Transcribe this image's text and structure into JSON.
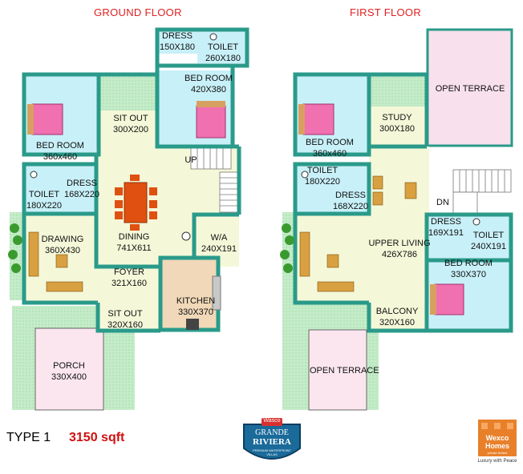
{
  "titles": {
    "ground": "GROUND FLOOR",
    "first": "FIRST FLOOR"
  },
  "ground_rooms": [
    {
      "id": "g-dress1",
      "name": "DRESS",
      "size": "150X180"
    },
    {
      "id": "g-toilet1",
      "name": "TOILET",
      "size": "260X180"
    },
    {
      "id": "g-bed2",
      "name": "BED ROOM",
      "size": "420X380"
    },
    {
      "id": "g-sitout1",
      "name": "SIT OUT",
      "size": "300X200"
    },
    {
      "id": "g-bed1",
      "name": "BED ROOM",
      "size": "360x460"
    },
    {
      "id": "g-dress2",
      "name": "DRESS",
      "size": "168X220"
    },
    {
      "id": "g-toilet2",
      "name": "TOILET",
      "size": "180X220"
    },
    {
      "id": "g-drawing",
      "name": "DRAWING",
      "size": "360X430"
    },
    {
      "id": "g-dining",
      "name": "DINING",
      "size": "741X611"
    },
    {
      "id": "g-wa",
      "name": "W/A",
      "size": "240X191"
    },
    {
      "id": "g-foyer",
      "name": "FOYER",
      "size": "321X160"
    },
    {
      "id": "g-kitchen",
      "name": "KITCHEN",
      "size": "330X370"
    },
    {
      "id": "g-sitout2",
      "name": "SIT OUT",
      "size": "320X160"
    },
    {
      "id": "g-porch",
      "name": "PORCH",
      "size": "330X400"
    }
  ],
  "ground_up": "UP",
  "first_rooms": [
    {
      "id": "f-terrace1",
      "name": "OPEN TERRACE",
      "size": ""
    },
    {
      "id": "f-bed1",
      "name": "BED ROOM",
      "size": "360x460"
    },
    {
      "id": "f-study",
      "name": "STUDY",
      "size": "300X180"
    },
    {
      "id": "f-toilet1",
      "name": "TOILET",
      "size": "180X220"
    },
    {
      "id": "f-dress1",
      "name": "DRESS",
      "size": "168X220"
    },
    {
      "id": "f-dress2",
      "name": "DRESS",
      "size": "169X191"
    },
    {
      "id": "f-toilet2",
      "name": "TOILET",
      "size": "240X191"
    },
    {
      "id": "f-living",
      "name": "UPPER LIVING",
      "size": "426X786"
    },
    {
      "id": "f-bed2",
      "name": "BED ROOM",
      "size": "330X370"
    },
    {
      "id": "f-balcony",
      "name": "BALCONY",
      "size": "320X160"
    },
    {
      "id": "f-terrace2",
      "name": "OPEN TERRACE",
      "size": ""
    }
  ],
  "first_dn": "DN",
  "footer": {
    "type": "TYPE 1",
    "area": "3150 sqft"
  },
  "logo_center": {
    "top": "Wasco",
    "main1": "GRANDE",
    "main2": "RIVIERA",
    "sub": "PREMIUM WATERFRONT VILLAS"
  },
  "logo_right": {
    "line1": "Wexco",
    "line2": "Homes",
    "line3": "private limited",
    "tagline": "Luxury with Peace"
  },
  "colors": {
    "wall": "#2a9a8a",
    "bedroom": "#c8f0f8",
    "terrace": "#f8e0ec",
    "lawn": "#bce8c4",
    "kitchen": "#f0d8b8",
    "bed": "#f070b0",
    "dining": "#e05010"
  }
}
